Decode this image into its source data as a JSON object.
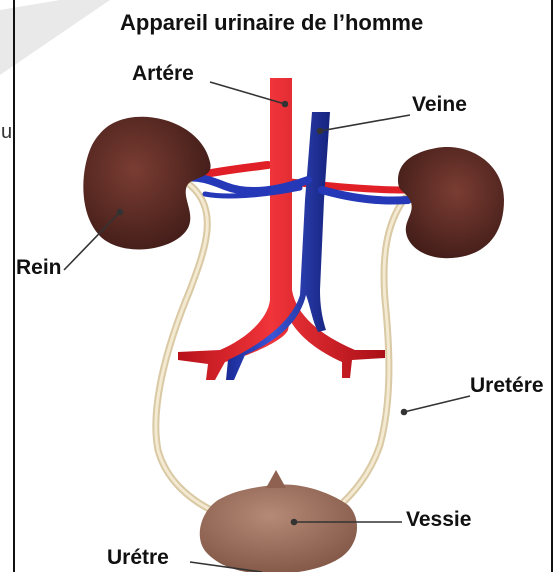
{
  "title": "Appareil urinaire de l’homme",
  "labels": {
    "artere": "Artére",
    "veine": "Veine",
    "rein": "Rein",
    "uretere": "Uretére",
    "vessie": "Vessie",
    "uretre": "Urétre"
  },
  "stray_text": "u",
  "colors": {
    "artery": "#e01f26",
    "vein": "#2438b8",
    "kidney": "#5a2a24",
    "ureter": "#eadcb8",
    "bladder": "#9c6e5c",
    "frame": "#111111",
    "watermark": "#e9e9e9"
  }
}
